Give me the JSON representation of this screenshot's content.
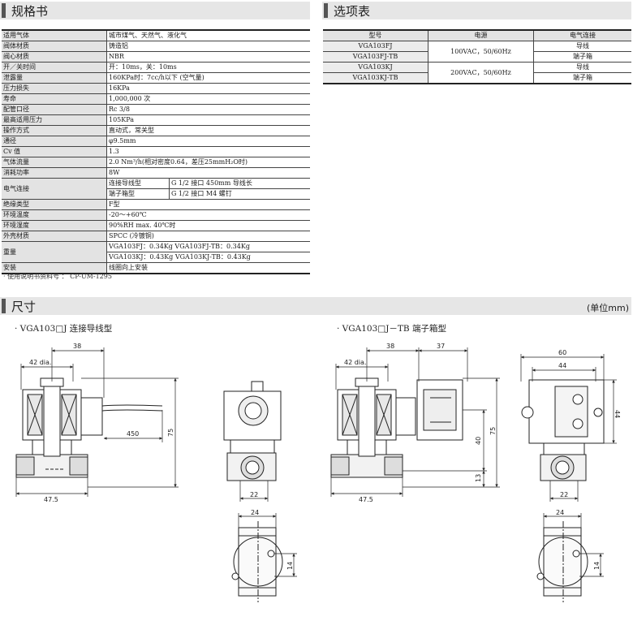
{
  "sections": {
    "spec": "规格书",
    "options": "选项表",
    "dimensions": "尺寸",
    "unit": "(单位mm)"
  },
  "spec_rows": [
    {
      "k": "适用气体",
      "v": "城市煤气、天然气、液化气"
    },
    {
      "k": "阀体材质",
      "v": "铸造铝"
    },
    {
      "k": "阀心材质",
      "v": "NBR"
    },
    {
      "k": "开／关时间",
      "v": "开：10ms，关：10ms"
    },
    {
      "k": "泄露量",
      "v": "160KPa时：7cc/h以下 (空气量)"
    },
    {
      "k": "压力损失",
      "v": "16KPa"
    },
    {
      "k": "寿命",
      "v": "1,000,000 次"
    },
    {
      "k": "配管口径",
      "v": "Rc 3/8"
    },
    {
      "k": "最高适用压力",
      "v": "105KPa"
    },
    {
      "k": "操作方式",
      "v": "直动式，常关型"
    },
    {
      "k": "通径",
      "v": "φ9.5mm"
    },
    {
      "k": "Cv 值",
      "v": "1.3"
    },
    {
      "k": "气体流量",
      "v": "2.0 Nm³/h(相对密度0.64，差压25mmH₂O时)"
    }
  ],
  "spec_power": {
    "k": "消耗功率",
    "v": "8W"
  },
  "spec_elec": {
    "k": "电气连接",
    "a1": "连接导线型",
    "a2": "G 1/2 接口 450mm 导线长",
    "b1": "端子箱型",
    "b2": "G 1/2 接口 M4 螺钉"
  },
  "spec_rows2": [
    {
      "k": "绝缘类型",
      "v": "F型"
    },
    {
      "k": "环境温度",
      "v": "-20～+60℃"
    },
    {
      "k": "环境湿度",
      "v": "90%RH max. 40℃时"
    },
    {
      "k": "外壳材质",
      "v": "SPCC (冷镀铜)"
    }
  ],
  "spec_weight": {
    "k": "重量",
    "v1": "VGA103FJ：0.34Kg  VGA103FJ-TB：0.34Kg",
    "v2": "VGA103KJ：0.43Kg  VGA103KJ-TB：0.43Kg"
  },
  "spec_mount": {
    "k": "安装",
    "v": "线圈向上安装"
  },
  "spec_note": "· 使用说明书资料号 ： CP-UM-1295",
  "options": {
    "headers": [
      "型号",
      "电源",
      "电气连接"
    ],
    "rows": [
      {
        "model": "VGA103FJ",
        "conn": "导线"
      },
      {
        "model": "VGA103FJ-TB",
        "conn": "端子箱"
      },
      {
        "model": "VGA103KJ",
        "conn": "导线"
      },
      {
        "model": "VGA103KJ-TB",
        "conn": "端子箱"
      }
    ],
    "power": [
      "100VAC，50/60Hz",
      "200VAC，50/60Hz"
    ]
  },
  "drawings": {
    "left_title": "· VGA103□J  连接导线型",
    "right_title": "· VGA103□J－TB  端子箱型",
    "dims": {
      "d38": "38",
      "d42": "42 dia.",
      "d450": "450",
      "d75": "75",
      "d475": "47.5",
      "d22": "22",
      "d24": "24",
      "d14": "14",
      "d37": "37",
      "d40": "40",
      "d13": "13",
      "d60": "60",
      "d44": "44"
    }
  }
}
